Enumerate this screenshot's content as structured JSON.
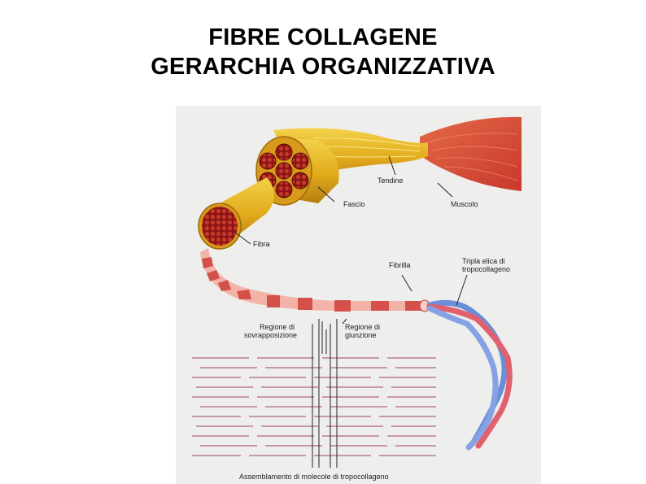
{
  "title": {
    "line1": "FIBRE COLLAGENE",
    "line2": "GERARCHIA ORGANIZZATIVA"
  },
  "figure": {
    "labels": {
      "tendine": "Tendine",
      "muscolo": "Muscolo",
      "fascio": "Fascio",
      "fibra": "Fibra",
      "fibrilla": "Fibrilla",
      "tripla_elica_line1": "Tripla elica di",
      "tripla_elica_line2": "tropocollageno",
      "sovrapposizione_line1": "Regione di",
      "sovrapposizione_line2": "sovrapposizione",
      "giunzione_line1": "Regione di",
      "giunzione_line2": "giunzione",
      "assemblamento": "Assemblamento di molecole di tropocollageno"
    },
    "colors": {
      "background": "#eeeeec",
      "tendon": "#e8b422",
      "fiber_core": "#a01818",
      "muscle": "#e0553a",
      "fibril_light": "#f3b3a8",
      "fibril_dark": "#d0473f",
      "helix_red": "#e0606e",
      "helix_blue": "#6a8fd8"
    }
  }
}
